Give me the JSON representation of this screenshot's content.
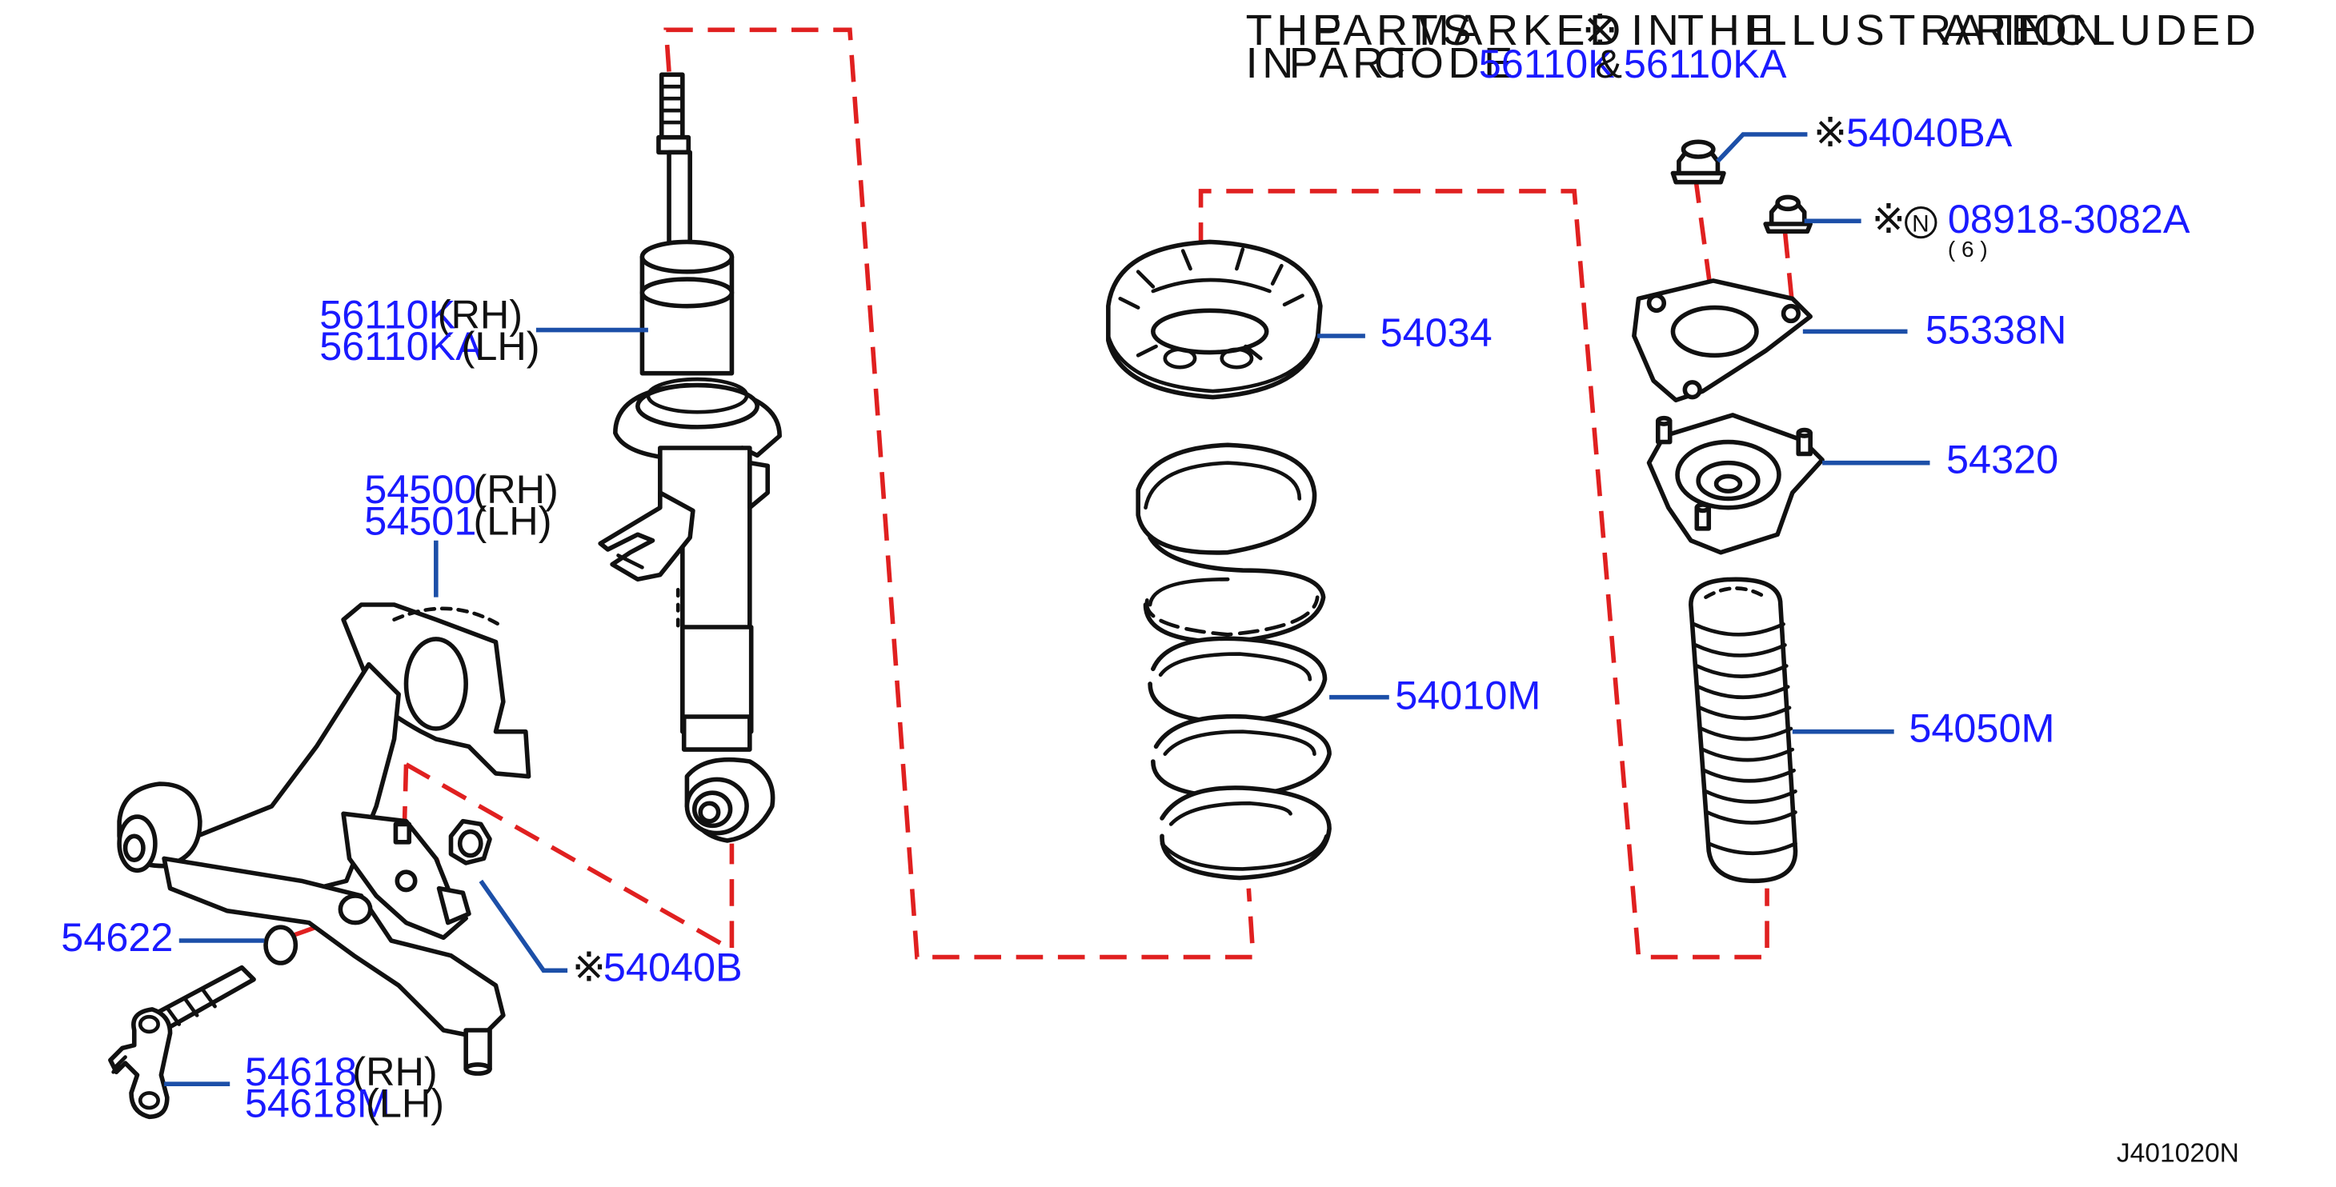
{
  "note": {
    "line1_words": [
      "THE",
      "PARTS",
      "MARKED",
      "※",
      "IN",
      "THE",
      "ILLUSTRATION",
      "ARE",
      "INCLUDED"
    ],
    "line2_words": [
      "IN",
      "PART",
      "CODE"
    ],
    "code_a": "56110K",
    "amp": "&",
    "code_b": "56110KA"
  },
  "parts": {
    "strut": {
      "code_rh": "56110K",
      "side_rh": "(RH)",
      "code_lh": "56110KA",
      "side_lh": "(LH)"
    },
    "arm": {
      "code_rh": "54500",
      "side_rh": "(RH)",
      "code_lh": "54501",
      "side_lh": "(LH)"
    },
    "washer": {
      "code": "54622"
    },
    "link": {
      "code_rh": "54618",
      "side_rh": "(RH)",
      "code_lh": "54618M",
      "side_lh": "(LH)"
    },
    "bolt": {
      "mark": "※",
      "code": "54040B"
    },
    "seat": {
      "code": "54034"
    },
    "spring": {
      "code": "54010M"
    },
    "nut_top": {
      "mark": "※",
      "code": "54040BA"
    },
    "nut_small": {
      "mark": "※",
      "badge": "N",
      "code": "08918-3082A",
      "qty": "( 6 )"
    },
    "plate": {
      "code": "55338N"
    },
    "mount": {
      "code": "54320"
    },
    "bound": {
      "code": "54050M"
    }
  },
  "diagram_id": "J401020N",
  "colors": {
    "label": "#1a1aff",
    "leader": "#1c4fa8",
    "dash": "#e02020",
    "ink": "#111111"
  }
}
